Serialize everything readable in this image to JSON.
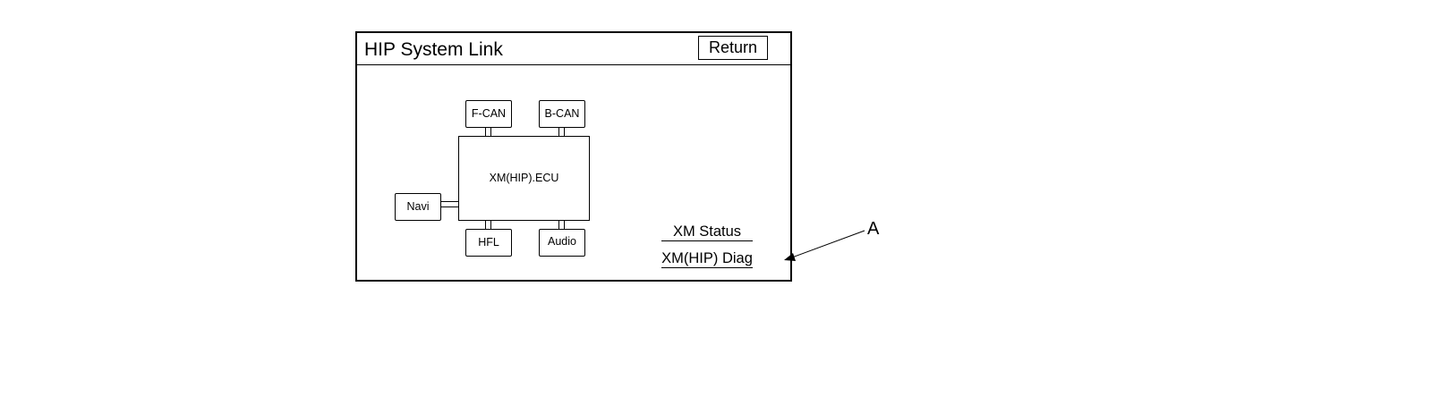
{
  "screen": {
    "title": "HIP System Link",
    "return_label": "Return"
  },
  "diagram": {
    "ecu_label": "XM(HIP).ECU",
    "nodes": {
      "fcan": "F-CAN",
      "bcan": "B-CAN",
      "navi": "Navi",
      "hfl": "HFL",
      "audio": "Audio"
    }
  },
  "menu": {
    "items": [
      "XM Status",
      "XM(HIP) Diag"
    ]
  },
  "callout": {
    "label": "A"
  }
}
